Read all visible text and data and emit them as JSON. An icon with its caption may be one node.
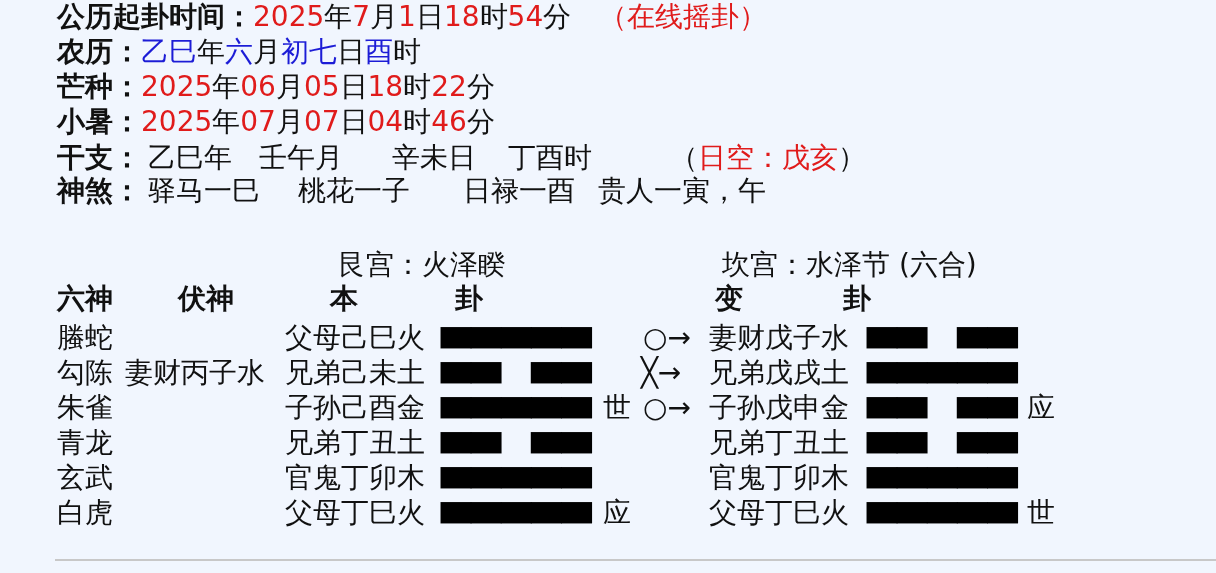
{
  "diagram": {
    "labels": [
      "公历起卦时间：",
      "2025",
      "年",
      "7",
      "月",
      "1",
      "日",
      "18",
      "时",
      "54",
      "分",
      "（在线摇卦）",
      "农历：",
      "乙巳",
      "年",
      "六",
      "月",
      "初七",
      "日",
      "酉",
      "时",
      "芒种：",
      "2025",
      "年",
      "06",
      "月",
      "05",
      "日",
      "18",
      "时",
      "22",
      "分",
      "小暑：",
      "2025",
      "年",
      "07",
      "月",
      "07",
      "日",
      "04",
      "时",
      "46",
      "分",
      "干支：",
      "乙巳年",
      "壬午月",
      "辛未日",
      "丁酉时",
      "（",
      "日空：戊亥",
      "）",
      "神煞：",
      "驿马一巳",
      "桃花一子",
      "日禄一酉",
      "贵人一寅，午",
      "艮宫：火泽睽",
      "坎宫：水泽节 (六合)",
      "六神",
      "伏神",
      "本",
      "卦",
      "变",
      "卦",
      "螣蛇",
      "父母己巳火",
      "█████",
      "○→",
      "妻财戊子水",
      "██ ██",
      "勾陈",
      "妻财丙子水",
      "兄弟己未土",
      "██ ██",
      "╳→",
      "兄弟戊戌土",
      "█████",
      "朱雀",
      "子孙己酉金",
      "█████",
      "世",
      "○→",
      "子孙戊申金",
      "██ ██",
      "应",
      "青龙",
      "兄弟丁丑土",
      "██ ██",
      "兄弟丁丑土",
      "██ ██",
      "玄武",
      "官鬼丁卯木",
      "█████",
      "官鬼丁卯木",
      "█████",
      "白虎",
      "父母丁巳火",
      "█████",
      "应",
      "父母丁巳火",
      "█████",
      "世"
    ]
  }
}
